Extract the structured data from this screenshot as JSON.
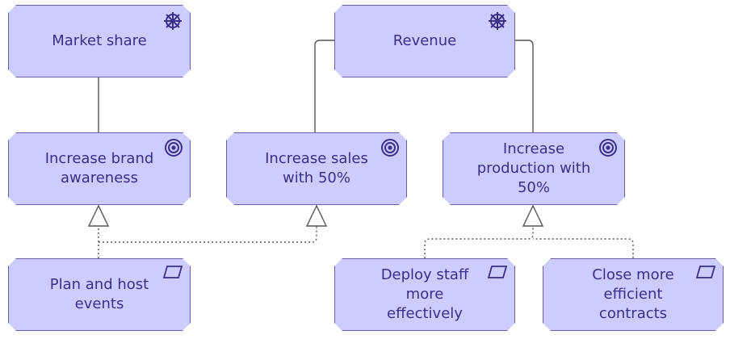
{
  "diagram": {
    "nodes": [
      {
        "id": "market-share",
        "kind": "driver",
        "label": "Market share"
      },
      {
        "id": "revenue",
        "kind": "driver",
        "label": "Revenue"
      },
      {
        "id": "increase-brand-awareness",
        "kind": "goal",
        "label": "Increase brand\nawareness"
      },
      {
        "id": "increase-sales",
        "kind": "goal",
        "label": "Increase sales\nwith 50%"
      },
      {
        "id": "increase-production",
        "kind": "goal",
        "label": "Increase\nproduction with\n50%"
      },
      {
        "id": "plan-and-host-events",
        "kind": "work-package",
        "label": "Plan and host\nevents"
      },
      {
        "id": "deploy-staff",
        "kind": "work-package",
        "label": "Deploy staff\nmore\neffectively"
      },
      {
        "id": "close-contracts",
        "kind": "work-package",
        "label": "Close more\nefficient\ncontracts"
      }
    ],
    "colors": {
      "fill": "#ccccff",
      "border": "#6a5fb0",
      "text": "#3b2f8a",
      "line": "#555555"
    }
  }
}
